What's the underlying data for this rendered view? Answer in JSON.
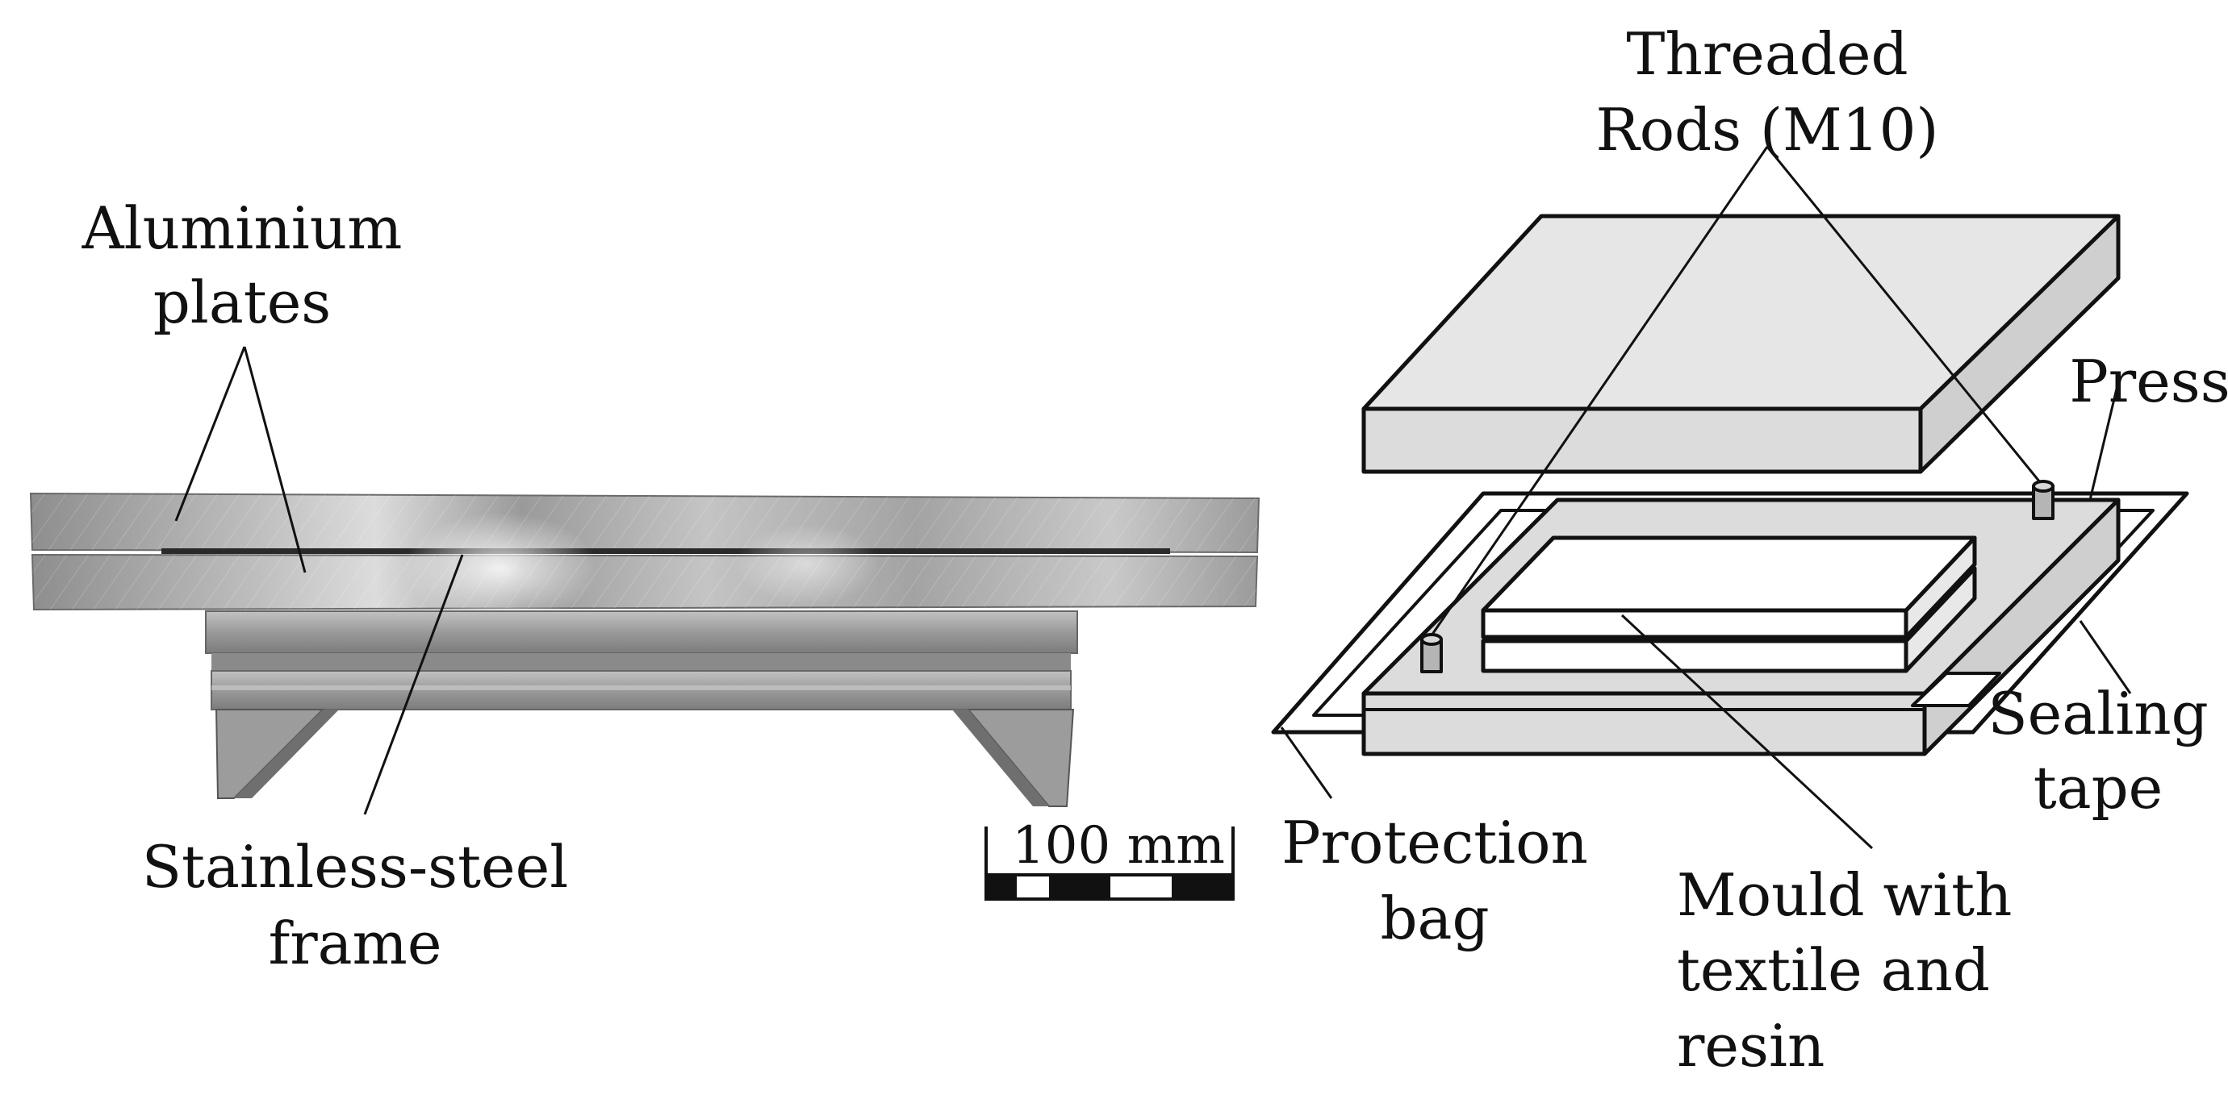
{
  "labels": {
    "aluminium_line1": "Aluminium",
    "aluminium_line2": "plates",
    "stainless_line1": "Stainless-steel",
    "stainless_line2": "frame",
    "scale_bar": "100 mm",
    "threaded_line1": "Threaded",
    "threaded_line2": "Rods (M10)",
    "press": "Press",
    "sealing_line1": "Sealing",
    "sealing_line2": "tape",
    "protection_line1": "Protection",
    "protection_line2": "bag",
    "mould_line1": "Mould with",
    "mould_line2": "textile and",
    "mould_line3": "resin"
  },
  "colors": {
    "line": "#111111",
    "press_fill": "#dcdcdc",
    "mould_fill": "#ffffff",
    "metal_light": "#c8c8c8",
    "metal_dark": "#7a7a7a"
  }
}
